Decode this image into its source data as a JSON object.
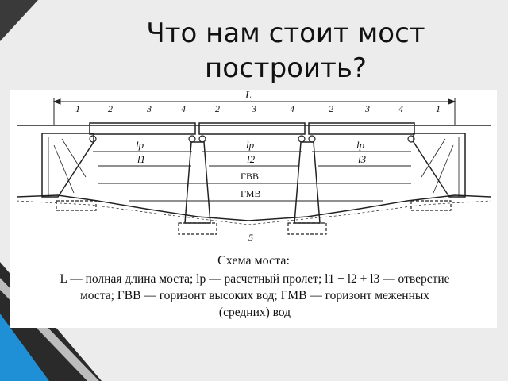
{
  "slide": {
    "title_line1": "Что нам стоит мост",
    "title_line2": "построить?"
  },
  "diagram": {
    "labels": {
      "total_length": "L",
      "n1": "1",
      "n2": "2",
      "n3": "3",
      "n4": "4",
      "n5": "5",
      "lp": "lp",
      "l1": "l1",
      "l2": "l2",
      "l3": "l3",
      "gvv": "ГВВ",
      "gmv": "ГМВ"
    },
    "caption_title": "Схема моста:",
    "caption_lines": [
      "L — полная длина моста; lp — расчетный пролет; l1 + l2 + l3 — отверстие",
      "моста; ГВВ — горизонт высоких вод; ГМВ — горизонт меженных",
      "(средних) вод"
    ]
  },
  "colors": {
    "background": "#ececec",
    "accent_blue": "#1f8fd6",
    "dark_gray": "#3a3a3a"
  }
}
